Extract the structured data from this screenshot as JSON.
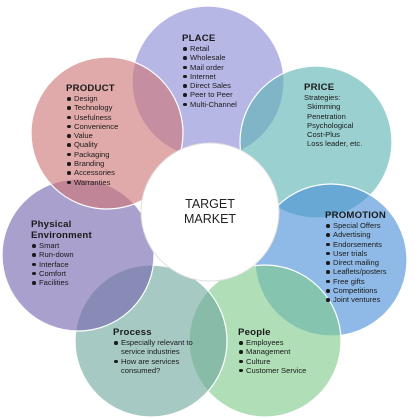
{
  "center": {
    "line1": "TARGET",
    "line2": "MARKET"
  },
  "colors": {
    "place": "#8a8ad6",
    "price": "#5cb3b3",
    "promotion": "#4a8fd8",
    "people": "#7fca8a",
    "process": "#6fa89e",
    "physical": "#7466ae",
    "product": "#cf7676",
    "center": "#ffffff"
  },
  "product": {
    "title": "PRODUCT",
    "items": [
      "Design",
      "Technology",
      "Usefulness",
      "Convenience",
      "Value",
      "Quality",
      "Packaging",
      "Branding",
      "Accessories",
      "Warranties"
    ]
  },
  "place": {
    "title": "PLACE",
    "items": [
      "Retail",
      "Wholesale",
      "Mail order",
      "Internet",
      "Direct Sales",
      "Peer to Peer",
      "Multi-Channel"
    ]
  },
  "price": {
    "title": "PRICE",
    "lines": [
      "Strategies:",
      "Skimming",
      "Penetration",
      "Psychological",
      "Cost-Plus",
      "Loss leader, etc."
    ]
  },
  "promotion": {
    "title": "PROMOTION",
    "items": [
      "Special Offers",
      "Advertising",
      "Endorsements",
      "User trials",
      "Direct mailing",
      "Leaflets/posters",
      "Free gifts",
      "Competitions",
      "Joint ventures"
    ]
  },
  "people": {
    "title": "People",
    "items": [
      "Employees",
      "Management",
      "Culture",
      "Customer Service"
    ]
  },
  "process": {
    "title": "Process",
    "items": [
      "Especially relevant to service industries",
      "How are services consumed?"
    ]
  },
  "physical": {
    "title_line1": "Physical",
    "title_line2": "Environment",
    "items": [
      "Smart",
      "Run-down",
      "Interface",
      "Comfort",
      "Facilities"
    ]
  }
}
